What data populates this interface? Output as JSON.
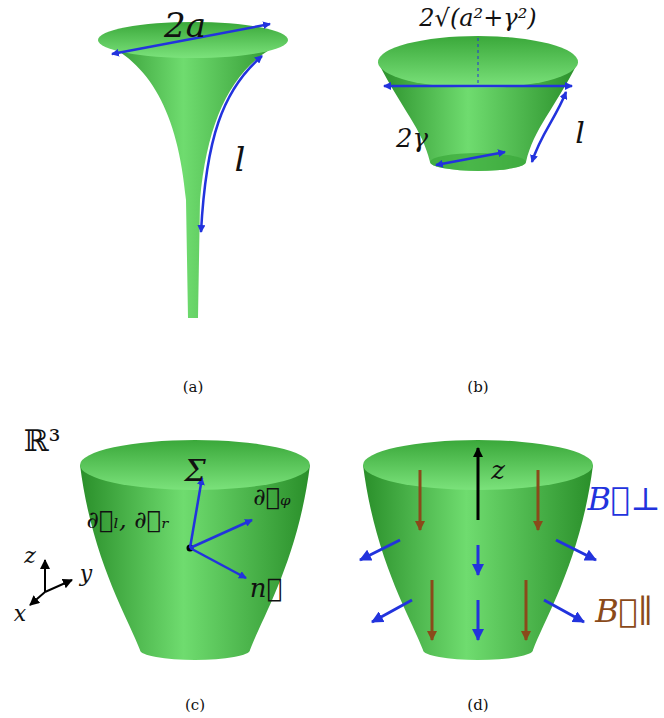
{
  "diagram": {
    "labels": [
      "2a",
      "l",
      "2√(a²+γ²)",
      "2γ",
      "l",
      "(a)",
      "(b)",
      "ℝ³",
      "Σ",
      "∂⃗ₗ, ∂⃗ᵣ",
      "∂⃗ᵩ",
      "n⃗",
      "z",
      "y",
      "x",
      "z",
      "B⃗⊥",
      "B⃗∥",
      "(c)",
      "(d)"
    ]
  }
}
